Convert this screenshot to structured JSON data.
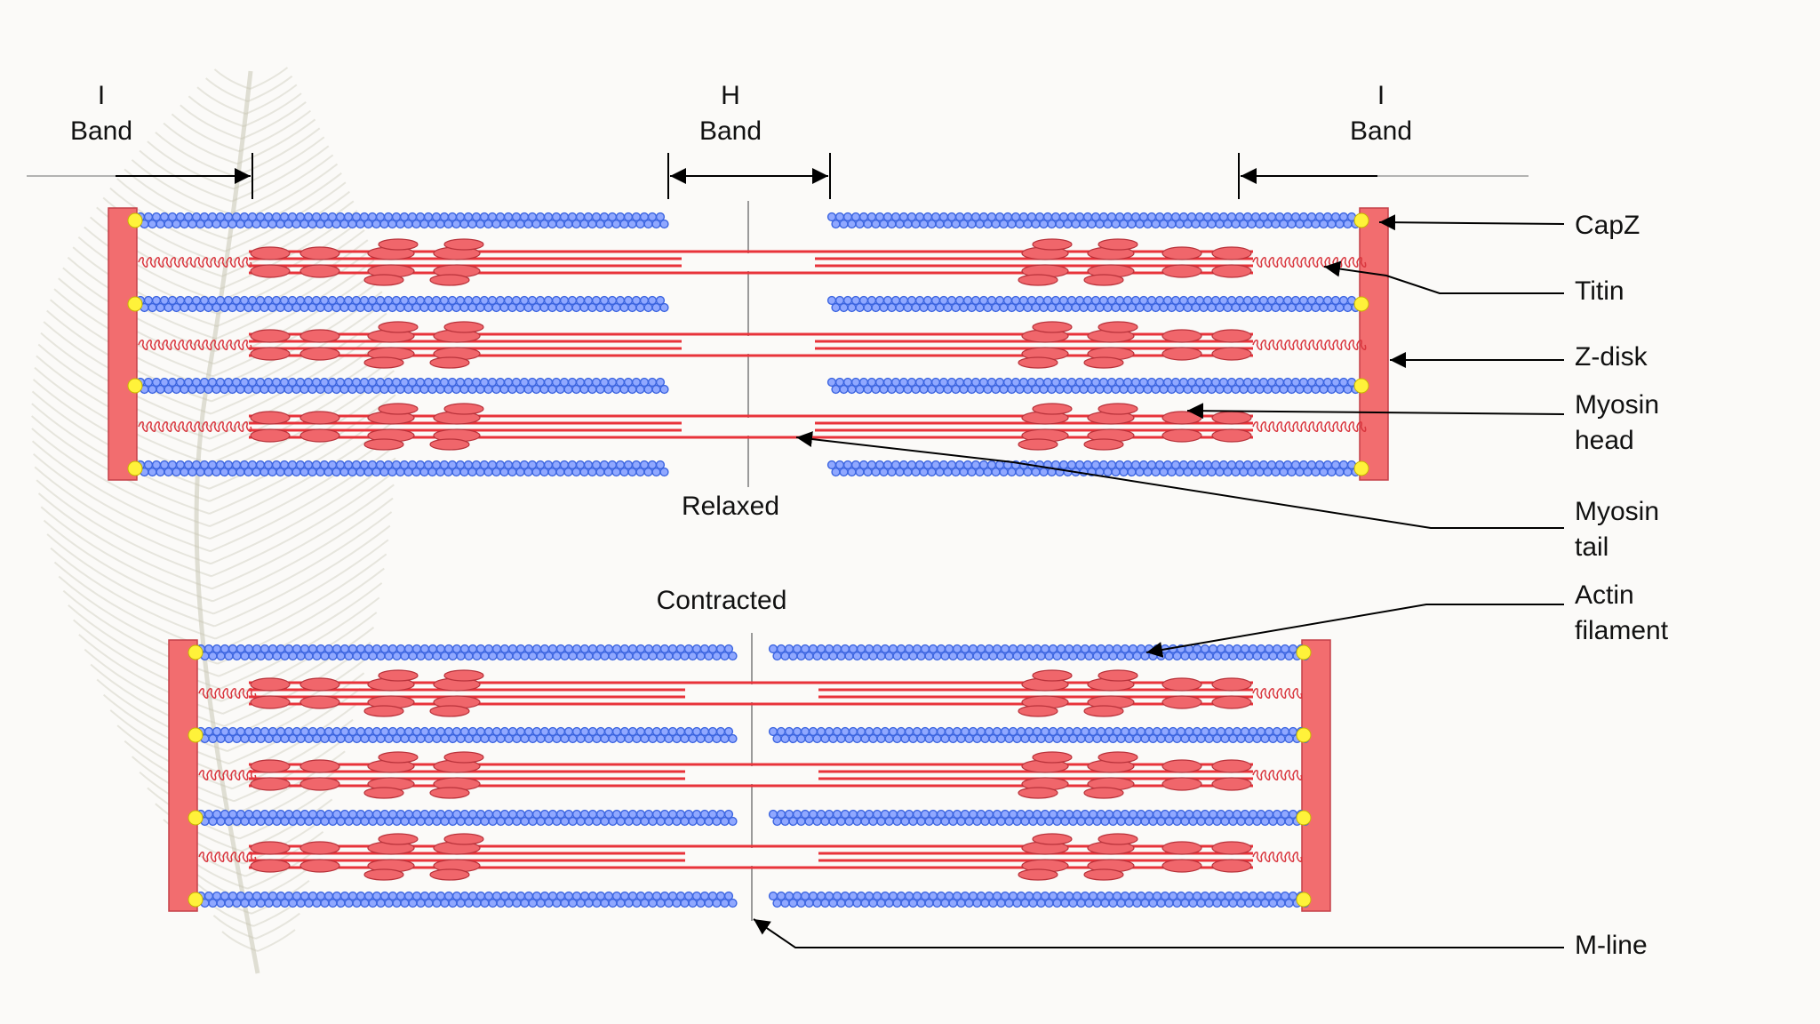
{
  "bands": {
    "left_i": [
      "I",
      "Band"
    ],
    "h": [
      "H",
      "Band"
    ],
    "right_i": [
      "I",
      "Band"
    ]
  },
  "states": {
    "relaxed": "Relaxed",
    "contracted": "Contracted"
  },
  "callouts": {
    "capz": "CapZ",
    "titin": "Titin",
    "z_disk": "Z-disk",
    "myosin_head": [
      "Myosin",
      "head"
    ],
    "myosin_tail": [
      "Myosin",
      "tail"
    ],
    "actin_filament": [
      "Actin",
      "filament"
    ],
    "m_line": "M-line"
  },
  "colors": {
    "background": "#fbfaf8",
    "z_disk": "#f26d6f",
    "myosin": "#e8333a",
    "myosin_head": "#f0666b",
    "actin": "#3b64e0",
    "actin_bead": "#90a8ff",
    "capz": "#fff23a",
    "titin": "#d9363e",
    "text": "#111111",
    "feather": "#c9c6b4"
  },
  "icons": {
    "feather": "feather-watermark"
  }
}
